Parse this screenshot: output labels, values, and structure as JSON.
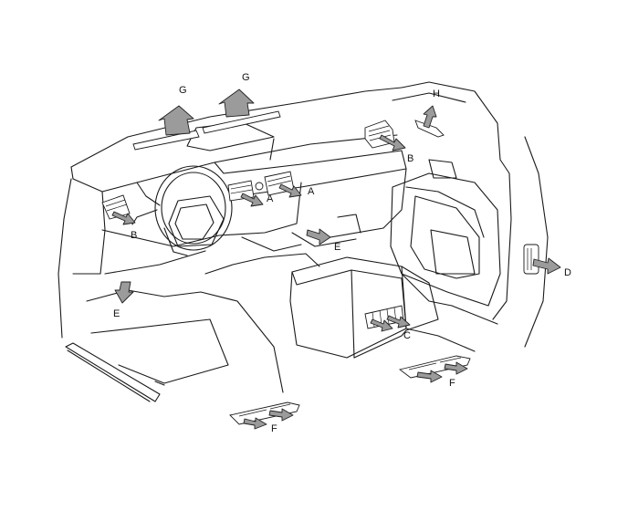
{
  "callouts": {
    "g_left": "G",
    "g_right": "G",
    "h": "H",
    "a_left": "A",
    "a_right": "A",
    "b_right": "B",
    "b_left": "B",
    "e_center": "E",
    "e_left": "E",
    "d": "D",
    "c": "C",
    "f_right": "F",
    "f_left": "F"
  },
  "colors": {
    "arrow_fill": "#9b9b9b",
    "line": "#1a1a1a",
    "background": "#ffffff"
  }
}
